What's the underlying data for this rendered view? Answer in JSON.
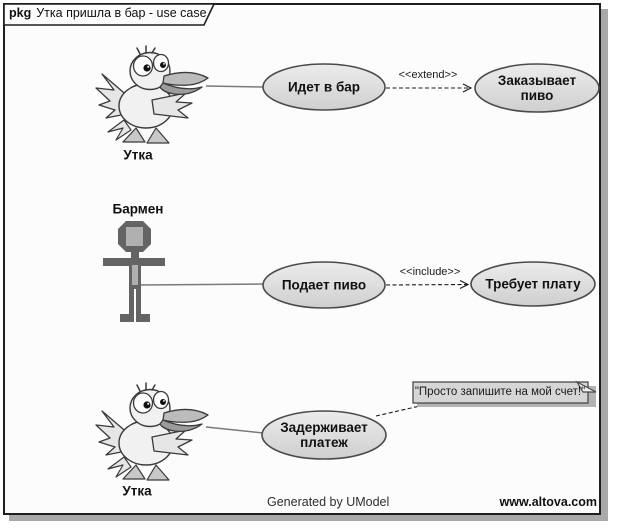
{
  "window": {
    "tag": "pkg",
    "title": "Утка пришла в бар - use case"
  },
  "actors": {
    "duck_top": {
      "label": "Утка"
    },
    "bartender": {
      "label": "Бармен"
    },
    "duck_bottom": {
      "label": "Утка"
    }
  },
  "use_cases": {
    "goes_to_bar": {
      "label": "Идет в бар"
    },
    "orders_beer": {
      "label": "Заказывает пиво"
    },
    "serves_beer": {
      "label": "Подает пиво"
    },
    "demands_payment": {
      "label": "Требует плату"
    },
    "delays_payment": {
      "label": "Задерживает платеж"
    }
  },
  "relations": {
    "extend": {
      "label": "<<extend>>"
    },
    "include": {
      "label": "<<include>>"
    }
  },
  "note": {
    "text": "\"Просто запишите на мой счет!\""
  },
  "footer": {
    "generated_by": "Generated by UModel",
    "website": "www.altova.com"
  },
  "colors": {
    "frame_border": "#1f1f1f",
    "frame_bg": "#fcfcfc",
    "drop_shadow": "#a9a9a9",
    "ellipse_fill_top": "#ececec",
    "ellipse_fill_bottom": "#cfcfcf",
    "ellipse_stroke": "#4a4a4a",
    "note_fill": "#d6d6d6",
    "association_line": "#7a7a7a",
    "dashed_line": "#1a1a1a",
    "actor_dark": "#646464",
    "actor_light": "#b0b0b0"
  }
}
